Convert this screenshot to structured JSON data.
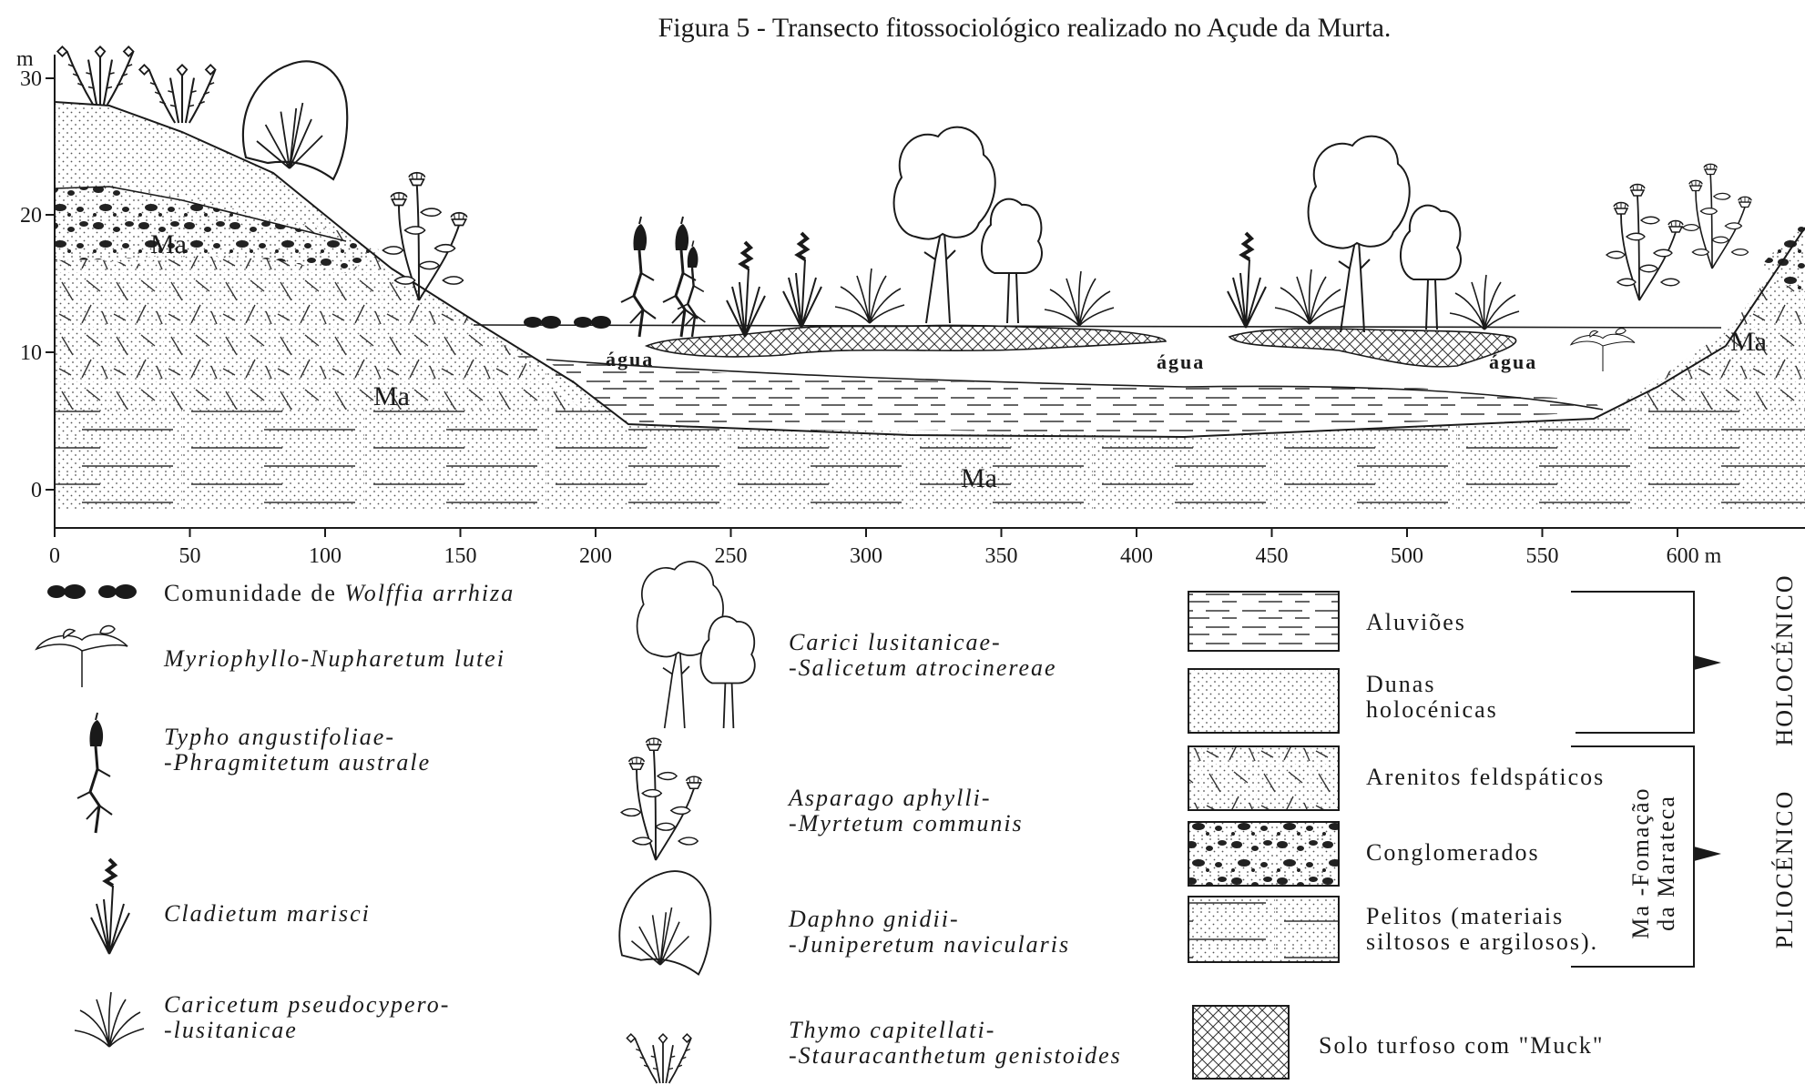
{
  "figure": {
    "title": "Figura 5 - Transecto fitossociológico realizado no Açude da Murta.",
    "y_axis": {
      "unit": "m",
      "ticks": [
        "30",
        "20",
        "10",
        "0"
      ]
    },
    "x_axis": {
      "ticks": [
        "0",
        "50",
        "100",
        "150",
        "200",
        "250",
        "300",
        "350",
        "400",
        "450",
        "500",
        "550",
        "600 m"
      ]
    },
    "profile_labels": {
      "ma_left_upper": "Ma",
      "ma_left_lower": "Ma",
      "ma_bottom": "Ma",
      "ma_right": "Ma",
      "agua_1": "água",
      "agua_2": "água",
      "agua_3": "água"
    }
  },
  "legend_vegetation": [
    {
      "symbol": "wolffia-symbol",
      "text_prefix": "Comunidade de ",
      "text_italic": "Wolffia arrhiza"
    },
    {
      "symbol": "nuphar-symbol",
      "line1": "Myriophyllo-Nupharetum lutei"
    },
    {
      "symbol": "typha-symbol",
      "line1": "Typho angustifoliae-",
      "line2": "-Phragmitetum australe"
    },
    {
      "symbol": "cladium-symbol",
      "line1": "Cladietum marisci"
    },
    {
      "symbol": "carex-symbol",
      "line1": "Caricetum pseudocypero-",
      "line2": "-lusitanicae"
    },
    {
      "symbol": "willow-symbol",
      "line1": "Carici lusitanicae-",
      "line2": "-Salicetum atrocinereae"
    },
    {
      "symbol": "asparagus-symbol",
      "line1": "Asparago aphylli-",
      "line2": "-Myrtetum communis"
    },
    {
      "symbol": "daphne-symbol",
      "line1": "Daphno gnidii-",
      "line2": "-Juniperetum navicularis"
    },
    {
      "symbol": "thyme-symbol",
      "line1": "Thymo capitellati-",
      "line2": "-Stauracanthetum genistoides"
    }
  ],
  "legend_geology": [
    {
      "pattern": "alluvium",
      "line1": "Aluviões"
    },
    {
      "pattern": "dunes",
      "line1": "Dunas",
      "line2": "holocénicas"
    },
    {
      "pattern": "sandstone",
      "line1": "Arenitos feldspáticos"
    },
    {
      "pattern": "conglomerate",
      "line1": "Conglomerados"
    },
    {
      "pattern": "pelite",
      "line1": "Pelitos (materiais",
      "line2": "siltosos e argilosos)."
    },
    {
      "pattern": "peat",
      "line1": "Solo turfoso com \"Muck\""
    }
  ],
  "legend_brackets": {
    "holocene": "HOLOCÉNICO",
    "pliocene": "PLIOCÉNICO",
    "formation_line1": "Ma -Fomação",
    "formation_line2": "da Marateca"
  }
}
